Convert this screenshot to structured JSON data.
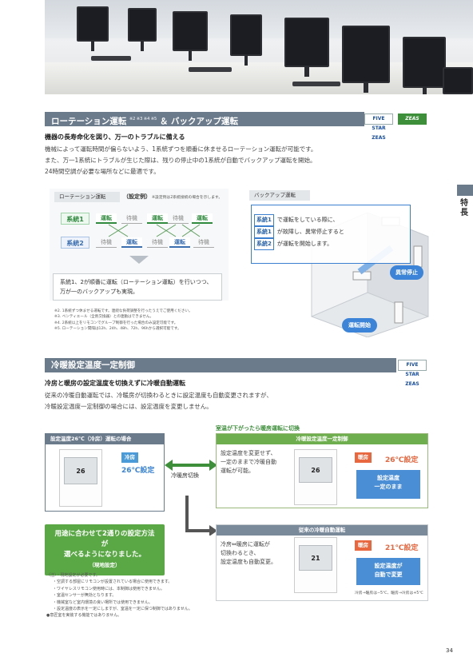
{
  "section1": {
    "title": "ローテーション運転",
    "title_sup": "※2 ※3 ※4 ※5",
    "title_tail": "＆ バックアップ運転",
    "badges": [
      "FIVE STAR ZEAS",
      "ZEAS"
    ],
    "subheading": "機器の長寿命化を図り、万一のトラブルに備える",
    "paragraph": [
      "機械によって運転時間が偏らないよう、1系統ずつを順番に休ませるローテーション運転が可能です。",
      "また、万一1系統にトラブルが生じた際は、残りの停止中の1系統が自動でバックアップ運転を開始。",
      "24時間空調が必要な場所などに最適です。"
    ]
  },
  "side_tab": {
    "text": "特長"
  },
  "rotation": {
    "tab": "ローテーション運転",
    "example": "（設定例）",
    "example_note": "※設定例は2系統接続の場合を示します。",
    "sys1": "系統1",
    "sys2": "系統2",
    "row1": [
      "運転",
      "待機",
      "運転",
      "待機",
      "運転"
    ],
    "row2": [
      "待機",
      "運転",
      "待機",
      "運転",
      "待機"
    ],
    "explain": [
      "系統1、2が順番に運転（ローテーション運転）を行いつつ、",
      "万が一のバックアップも実現。"
    ]
  },
  "notes1": [
    "※2. 1系統ずつ休ませる運転です。連続な負荷調整を行ったうえでご使用ください。",
    "※3. ベンティエール（全熱交換器）との連動はできません。",
    "※4. 2系統以上をリモコンでグループ制御を行った場合のみ設定可能です。",
    "※5. ローテーション間隔は12h、24h、48h、72h、96hから選択可能です。"
  ],
  "backup": {
    "tab": "バックアップ運転",
    "lines": [
      {
        "tag": "系統1",
        "text": "で運転をしている際に、"
      },
      {
        "tag": "系統1",
        "text": "が故障し、異常停止すると"
      },
      {
        "tag": "系統2",
        "text": "が運転を開始します。"
      }
    ],
    "stop_label": "異常停止",
    "start_label": "運転開始"
  },
  "section2": {
    "title": "冷暖設定温度一定制御",
    "badge": "FIVE STAR ZEAS",
    "subheading": "冷房と暖房の設定温度を切換えずに冷暖自動運転",
    "paragraph": [
      "従来の冷暖自動運転では、冷暖房が切換わるときに設定温度も自動変更されますが、",
      "冷暖設定温度一定制御の場合には、設定温度を変更しません。"
    ]
  },
  "left_panel": {
    "head": "設定温度26℃（冷房）運転の場合",
    "mode": "冷房",
    "temp": "26℃設定",
    "screen_temp": "26"
  },
  "switch_label": "冷暖房切換",
  "callout": [
    "用途に合わせて2通りの設定方法が",
    "選べるようになりました。",
    "（現地設定）"
  ],
  "top_caption": "室温が下がったら暖房運転に切換",
  "right_top": {
    "head": "冷暖設定温度一定制御",
    "desc": [
      "設定温度を変更せず、",
      "一定のままで冷暖自動",
      "運転が可能。"
    ],
    "mode": "暖房",
    "temp": "26℃設定",
    "screen_temp": "26",
    "result": [
      "設定温度",
      "一定のまま"
    ]
  },
  "right_bottom": {
    "head": "従来の冷暖自動運転",
    "desc": [
      "冷房⇔暖房に運転が",
      "切換わるとき、",
      "設定温度も自動変更。"
    ],
    "mode": "暖房",
    "temp": "21℃設定",
    "screen_temp": "21",
    "result": [
      "設定温度が",
      "自動で変更"
    ],
    "footnote": "冷房→暖房は−5℃、暖房→冷房は+5℃"
  },
  "notes2": [
    "（注）・現地設定が必要です。",
    "・空調する部屋にリモコンが設置されている場合に使用できます。",
    "・ワイヤレスリモコン使用時には、本制御は使用できません。",
    "・室温センサーが無効となります。",
    "・機械室など室内環境の良い場所では使用できません。",
    "・設定温度の表示を一定にしますが、室温を一定に保つ制御ではありません。",
    "●意匠室を実装する機能ではありません。"
  ],
  "page_number": "34"
}
